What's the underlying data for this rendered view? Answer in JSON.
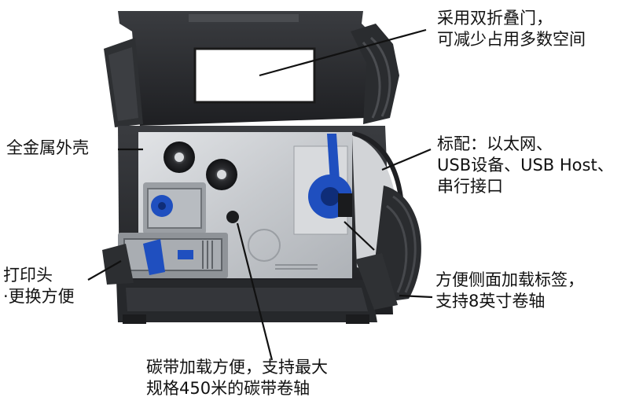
{
  "annotations": {
    "door": {
      "line1": "采用双折叠门，",
      "line2": "可减少占用多数空间"
    },
    "shell": {
      "line1": "全金属外壳"
    },
    "ports": {
      "line1": "标配：以太网、",
      "line2": "USB设备、USB Host、",
      "line3": "串行接口"
    },
    "printhead": {
      "line1": "打印头",
      "line2": "·更换方便"
    },
    "side_load": {
      "line1": "方便侧面加载标签，",
      "line2": "支持8英寸卷轴"
    },
    "ribbon": {
      "line1": "碳带加载方便，支持最大",
      "line2": "规格450米的碳带卷轴"
    }
  },
  "colors": {
    "body_dark": "#2b2d30",
    "metal_panel": "#c9ccd0",
    "accent_blue": "#1f4fbf",
    "callout_line": "#111111"
  }
}
